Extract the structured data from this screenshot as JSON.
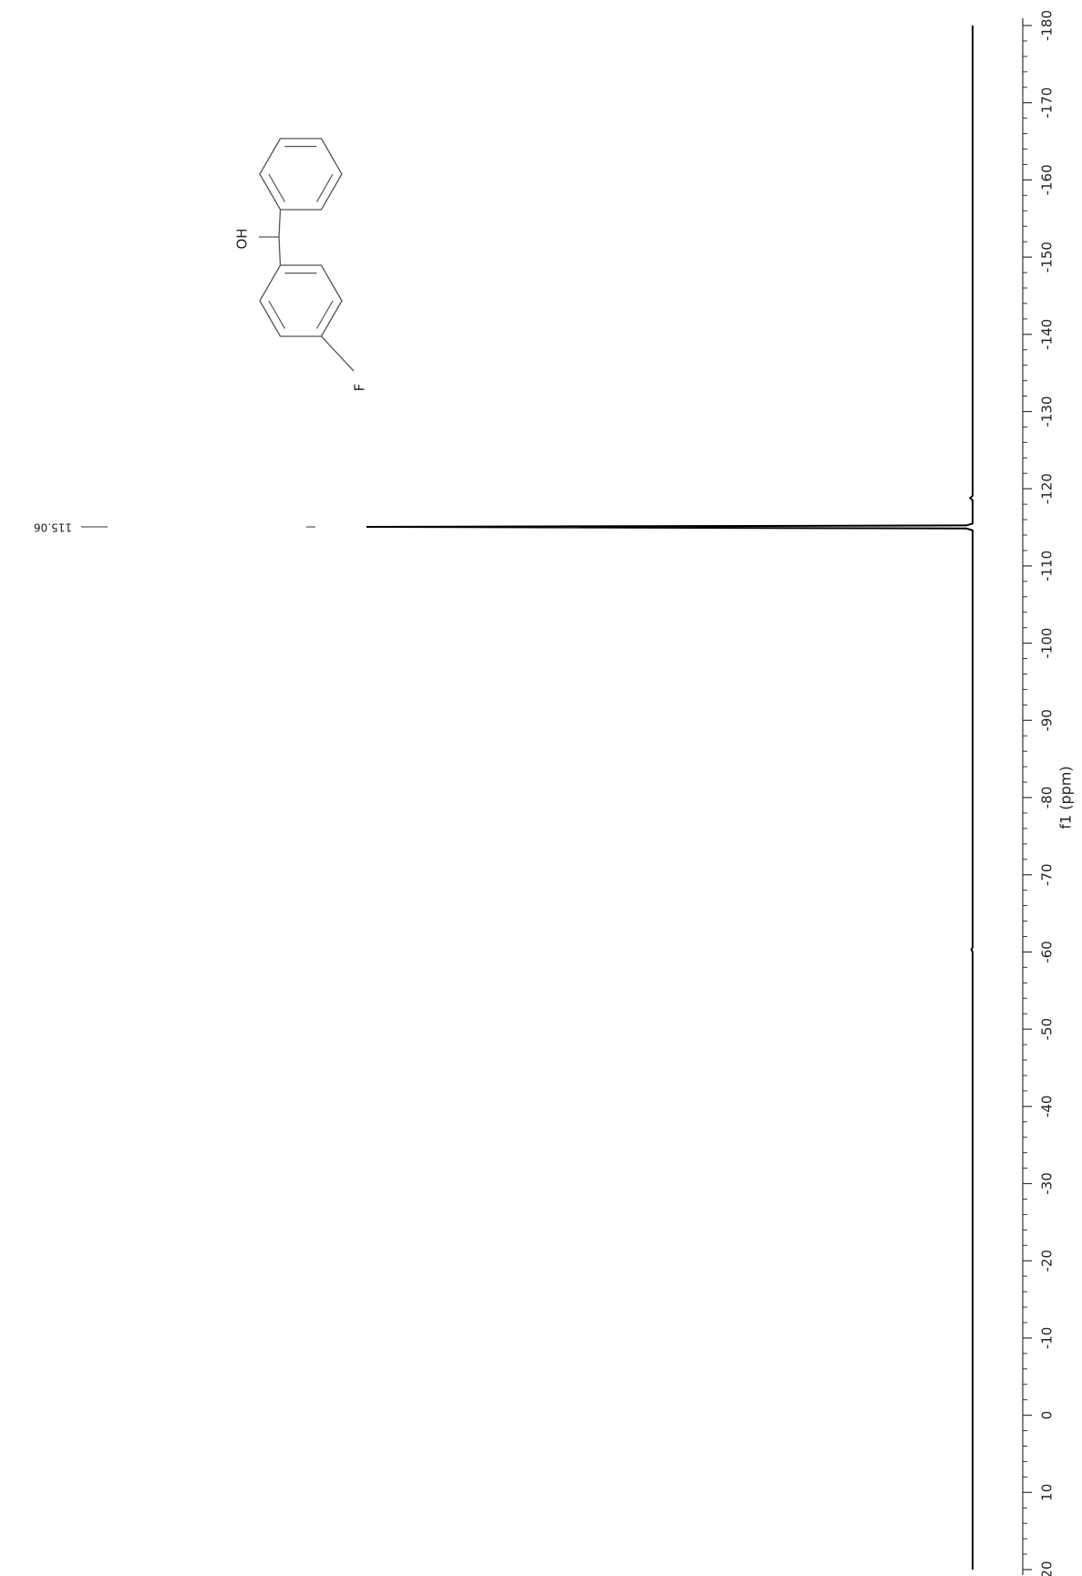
{
  "chart_data": {
    "type": "line",
    "orientation": "rotated-90",
    "xlabel": "f1 (ppm)",
    "xlim": [
      20,
      -180
    ],
    "x_ticks": [
      20,
      10,
      0,
      -10,
      -20,
      -30,
      -40,
      -50,
      -60,
      -70,
      -80,
      -90,
      -100,
      -110,
      -120,
      -130,
      -140,
      -150,
      -160,
      -170,
      -180
    ],
    "x_tick_labels": [
      "20",
      "10",
      "0",
      "-10",
      "-20",
      "-30",
      "-40",
      "-50",
      "-60",
      "-70",
      "-80",
      "-90",
      "-100",
      "-110",
      "-120",
      "-130",
      "-140",
      "-150",
      "-160",
      "-170",
      "-180"
    ],
    "y_axis_visible": false,
    "grid": false,
    "series": [
      {
        "points": [
          {
            "x": 20,
            "y": 0
          },
          {
            "x": -60,
            "y": 0
          },
          {
            "x": -60.3,
            "y": 0.002
          },
          {
            "x": -60.6,
            "y": 0
          },
          {
            "x": -114.6,
            "y": 0
          },
          {
            "x": -114.85,
            "y": 0.01
          },
          {
            "x": -115.06,
            "y": 1.0
          },
          {
            "x": -115.25,
            "y": 0.01
          },
          {
            "x": -115.5,
            "y": 0
          },
          {
            "x": -118.5,
            "y": 0
          },
          {
            "x": -118.8,
            "y": 0.004
          },
          {
            "x": -119.1,
            "y": 0
          },
          {
            "x": -180,
            "y": 0
          }
        ]
      }
    ],
    "peak_labels": [
      {
        "x": -115.06,
        "text": "115.06"
      }
    ],
    "colors": {
      "spectrum": "#000000",
      "axis": "#333333"
    }
  },
  "structure": {
    "atom_labels": {
      "oh": "OH",
      "f": "F"
    }
  }
}
